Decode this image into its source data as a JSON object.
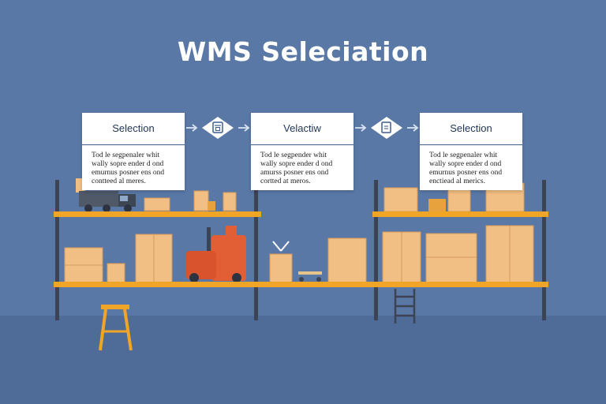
{
  "title": "WMS Seleciation",
  "steps": [
    {
      "heading": "Selection",
      "text_lines": [
        "Tod le segpenaler whit",
        "wally sopre ender d ond",
        "emurnus posner ens ond",
        "contteed al meres."
      ]
    },
    {
      "heading": "Velactiw",
      "text_lines": [
        "Tod le segpender whit",
        "wally sopre ender d ond",
        "amurss posner ens ond",
        "cortted at meros."
      ]
    },
    {
      "heading": "Selection",
      "text_lines": [
        "Tod le segpenaler whit",
        "wally sopre ender d ond",
        "emurnus posner ens ond",
        "enctiead al merics."
      ]
    }
  ],
  "connector_icons": [
    "archive-box-icon",
    "document-icon"
  ],
  "colors": {
    "background": "#5a78a6",
    "floor": "#4f6c99",
    "shelf": "#f0a527",
    "post": "#3c4352",
    "box": "#f1be84",
    "forklift": "#e25f35",
    "card_border": "#3f5f8f"
  }
}
